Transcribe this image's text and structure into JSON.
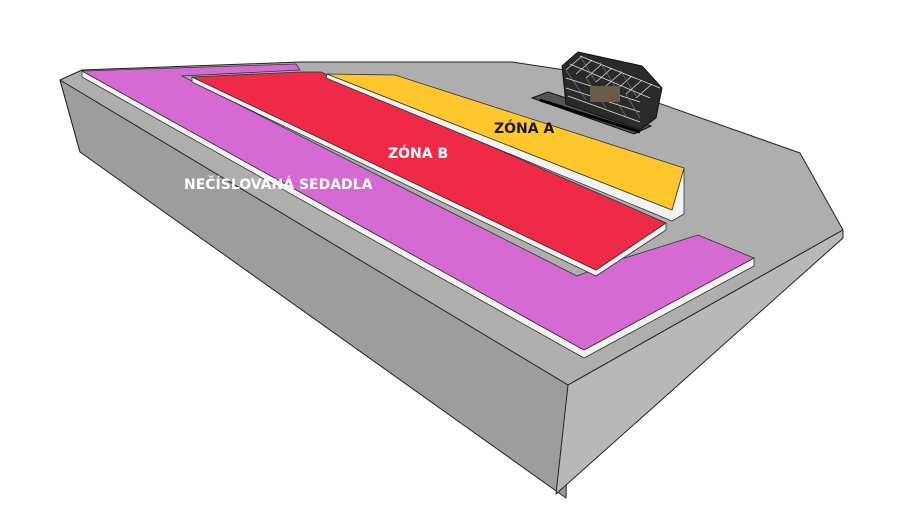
{
  "zones": {
    "zone_a": {
      "label": "ZÓNA A",
      "color": "#FFC72C",
      "text_color": "#1A1A1A"
    },
    "zone_b": {
      "label": "ZÓNA B",
      "color": "#EF2A49",
      "text_color": "#FFFFFF"
    },
    "unnumbered_seats": {
      "label": "NEČÍSLOVANÁ SEDADLA",
      "color": "#D56AD3",
      "text_color": "#FFFFFF"
    }
  },
  "colors": {
    "ground_top": "#AEAEAE",
    "ground_front": "#B8B8B8",
    "ground_left": "#9D9D9D",
    "platform_edge": "#F2F2F2",
    "stage_truss": "#1A1A1A",
    "outline": "#222222"
  },
  "icons": {
    "stage": "stage-truss-icon"
  }
}
